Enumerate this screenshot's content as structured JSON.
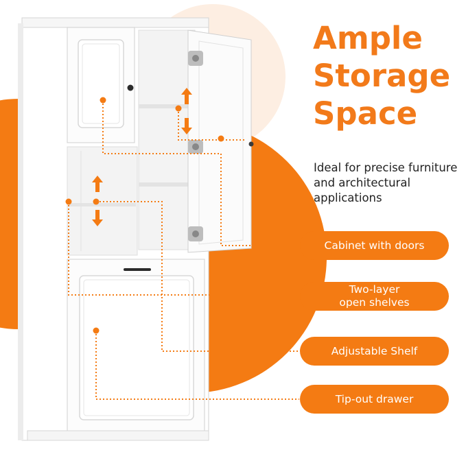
{
  "heading": {
    "line1": "Ample",
    "line2": "Storage",
    "line3": "Space"
  },
  "description": {
    "line1": "Ideal for precise furniture",
    "line2": "and architectural",
    "line3": "applications"
  },
  "callouts": [
    {
      "id": "cabinet",
      "lines": [
        "Cabinet with doors"
      ]
    },
    {
      "id": "open-shelves",
      "lines": [
        "Two-layer",
        "open shelves"
      ]
    },
    {
      "id": "adjustable",
      "lines": [
        "Adjustable Shelf"
      ]
    },
    {
      "id": "drawer",
      "lines": [
        "Tip-out drawer"
      ]
    }
  ],
  "colors": {
    "accent": "#f47b13",
    "heading": "#f27a1a",
    "peach": "#fdeee2",
    "text": "#222222",
    "cabinet": "#ffffff"
  },
  "icons": [
    "hinge-icon",
    "knob-icon",
    "handle-icon",
    "double-arrow-icon",
    "callout-dot-icon"
  ]
}
